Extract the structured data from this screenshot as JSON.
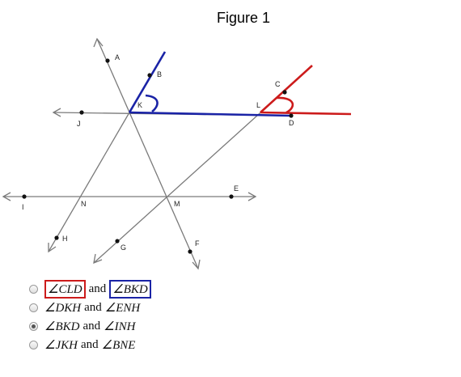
{
  "figure": {
    "title": "Figure 1",
    "points": [
      "A",
      "B",
      "C",
      "D",
      "E",
      "F",
      "G",
      "H",
      "I",
      "J",
      "K",
      "L",
      "M",
      "N"
    ],
    "lines": [
      "AF",
      "JD",
      "IE",
      "CG",
      "BH"
    ],
    "highlights": {
      "blue_angle": "BKD",
      "red_angle": "CLD",
      "blue_color": "#1a23a6",
      "red_color": "#cc1b1b"
    }
  },
  "choices": [
    {
      "angle1": "∠CLD",
      "conj": "and",
      "angle2": "∠BKD",
      "selected": false
    },
    {
      "angle1": "∠DKH",
      "conj": "and",
      "angle2": "∠ENH",
      "selected": false
    },
    {
      "angle1": "∠BKD",
      "conj": "and",
      "angle2": "∠INH",
      "selected": true
    },
    {
      "angle1": "∠JKH",
      "conj": "and",
      "angle2": "∠BNE",
      "selected": false
    }
  ]
}
